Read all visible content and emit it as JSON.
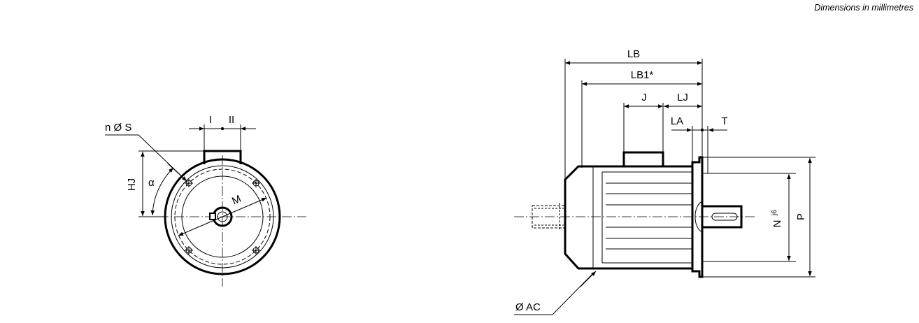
{
  "header": {
    "units_note": "Dimensions in millimetres"
  },
  "front_view": {
    "labels": {
      "holes": "n Ø S",
      "dim_I": "I",
      "dim_II": "II",
      "height_HJ": "HJ",
      "angle": "α",
      "pitch_M": "M"
    }
  },
  "side_view": {
    "labels": {
      "LB": "LB",
      "LB1": "LB1*",
      "J": "J",
      "LJ": "LJ",
      "LA": "LA",
      "T": "T",
      "N": "N",
      "N_tolerance": "j6",
      "P": "P",
      "AC": "Ø AC"
    }
  }
}
